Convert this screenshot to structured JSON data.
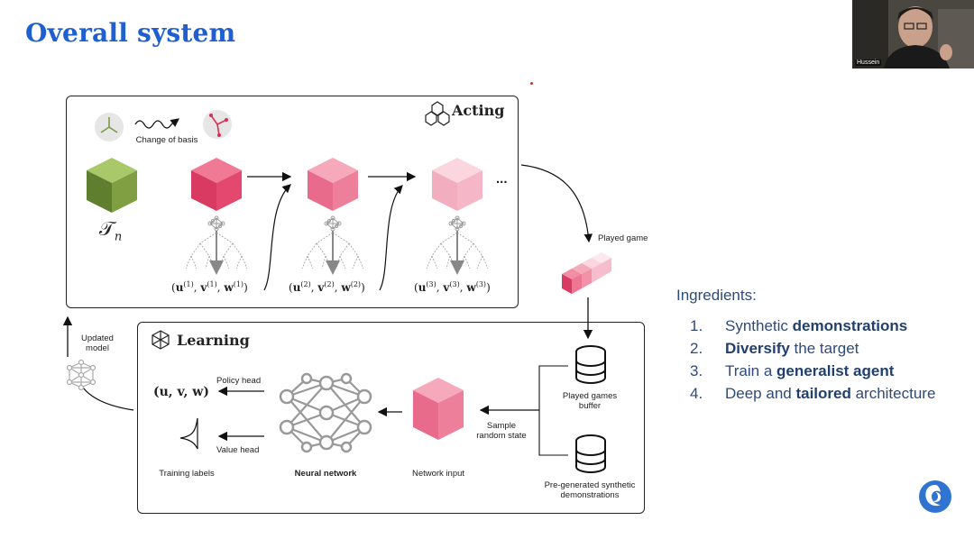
{
  "slide": {
    "title": "Overall system"
  },
  "video": {
    "participant_name": "Hussein"
  },
  "acting": {
    "title": "Acting",
    "change_of_basis": "Change of basis",
    "tensor_symbol": "𝒯",
    "tensor_sub": "n",
    "ellipsis": "...",
    "factors": [
      {
        "u": "u",
        "v": "v",
        "w": "w",
        "sup": "(1)"
      },
      {
        "u": "u",
        "v": "v",
        "w": "w",
        "sup": "(2)"
      },
      {
        "u": "u",
        "v": "v",
        "w": "w",
        "sup": "(3)"
      }
    ],
    "played_game": "Played game"
  },
  "learning": {
    "title": "Learning",
    "updated_model": "Updated\nmodel",
    "policy_head": "Policy head",
    "value_head": "Value head",
    "uvw": "(u, v, w)",
    "training_labels": "Training labels",
    "neural_network": "Neural network",
    "network_input": "Network input",
    "sample_random_state": "Sample\nrandom state",
    "played_games_buffer": "Played games\nbuffer",
    "pregenerated": "Pre-generated synthetic\ndemonstrations"
  },
  "ingredients": {
    "title": "Ingredients:",
    "items": [
      {
        "num": "1.",
        "pre": "Synthetic ",
        "bold": "demonstrations",
        "post": ""
      },
      {
        "num": "2.",
        "pre": "",
        "bold": "Diversify",
        "post": " the target"
      },
      {
        "num": "3.",
        "pre": "Train a ",
        "bold": "generalist agent",
        "post": ""
      },
      {
        "num": "4.",
        "pre": "Deep and ",
        "bold": "tailored",
        "post": " architecture"
      }
    ]
  },
  "colors": {
    "title_blue": "#1f5fd0",
    "ingredient_blue": "#2e4a7a",
    "cube_green": "#8cb04e",
    "cube_pink_1": "#e5486f",
    "cube_pink_2": "#ee7f9a",
    "cube_pink_3": "#f5b7c8"
  }
}
